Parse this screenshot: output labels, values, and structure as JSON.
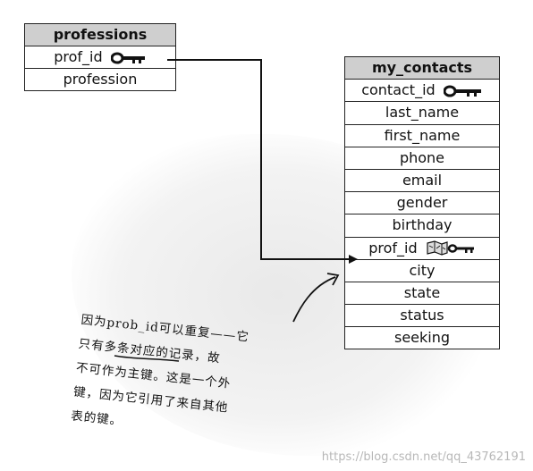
{
  "professions": {
    "title": "professions",
    "rows": [
      "prof_id",
      "profession"
    ]
  },
  "my_contacts": {
    "title": "my_contacts",
    "rows": [
      "contact_id",
      "last_name",
      "first_name",
      "phone",
      "email",
      "gender",
      "birthday",
      "prof_id",
      "city",
      "state",
      "status",
      "seeking"
    ]
  },
  "note": {
    "lines": [
      "因为prob_id可以重复——它",
      "只有多条对应的记录，故",
      "不可作为主键。这是一个外",
      "键，因为它引用了来自其他",
      "表的键。"
    ]
  },
  "watermark": "https://blog.csdn.net/qq_43762191",
  "icons": {
    "primary_key": "key-icon",
    "foreign_key": "map-key-icon"
  }
}
